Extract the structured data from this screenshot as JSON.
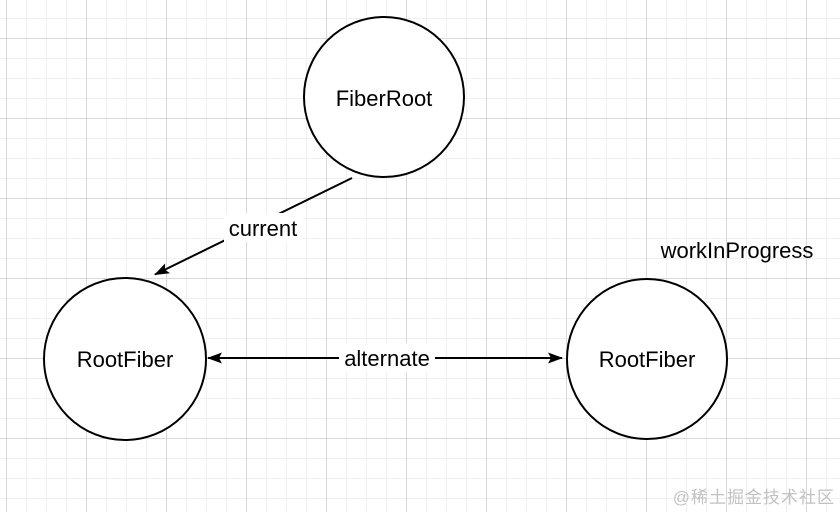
{
  "diagram": {
    "nodes": [
      {
        "id": "fiber-root",
        "label": "FiberRoot"
      },
      {
        "id": "root-fiber-current",
        "label": "RootFiber"
      },
      {
        "id": "root-fiber-work-in-progress",
        "label": "RootFiber"
      }
    ],
    "edges": [
      {
        "id": "current",
        "label": "current",
        "from": "fiber-root",
        "to": "root-fiber-current",
        "direction": "one-way"
      },
      {
        "id": "alternate",
        "label": "alternate",
        "from": "root-fiber-current",
        "to": "root-fiber-work-in-progress",
        "direction": "two-way"
      }
    ],
    "annotations": [
      {
        "id": "work-in-progress",
        "label": "workInProgress"
      }
    ]
  },
  "watermark": {
    "text": "@稀土掘金技术社区"
  },
  "colors": {
    "node_fill": "#ffffff",
    "stroke": "#000000",
    "grid_minor": "#f0f0f0",
    "grid_major": "#d9d9d9",
    "watermark_text": "#c2c2c2"
  }
}
